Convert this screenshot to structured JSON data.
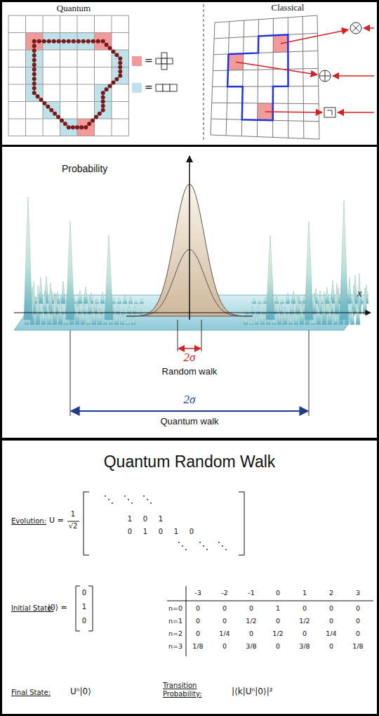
{
  "diagram": {
    "title": "Quantum Random Walk",
    "labels": [
      "Quantum",
      "Classical",
      "=",
      "=",
      "Probability",
      "x",
      "2σ",
      "Random walk",
      "2σ",
      "Quantum walk",
      "Evolution:",
      "U =",
      "1",
      "√2",
      "1",
      "0",
      "1",
      "0",
      "1",
      "0",
      "1",
      "0",
      "Initial State:",
      "|0⟩ =",
      "0",
      "1",
      "0",
      "-3",
      "-2",
      "-1",
      "0",
      "1",
      "2",
      "3",
      "n=0",
      "0",
      "0",
      "0",
      "1",
      "0",
      "0",
      "0",
      "n=1",
      "0",
      "0",
      "1/2",
      "0",
      "1/2",
      "0",
      "0",
      "n=2",
      "0",
      "1/4",
      "0",
      "1/2",
      "0",
      "1/4",
      "0",
      "n=3",
      "1/8",
      "0",
      "3/8",
      "0",
      "3/8",
      "0",
      "1/8",
      "Final State:",
      "Uⁿ|0⟩",
      "Transition Probability:",
      "|⟨k|Uⁿ|0⟩|²"
    ]
  }
}
